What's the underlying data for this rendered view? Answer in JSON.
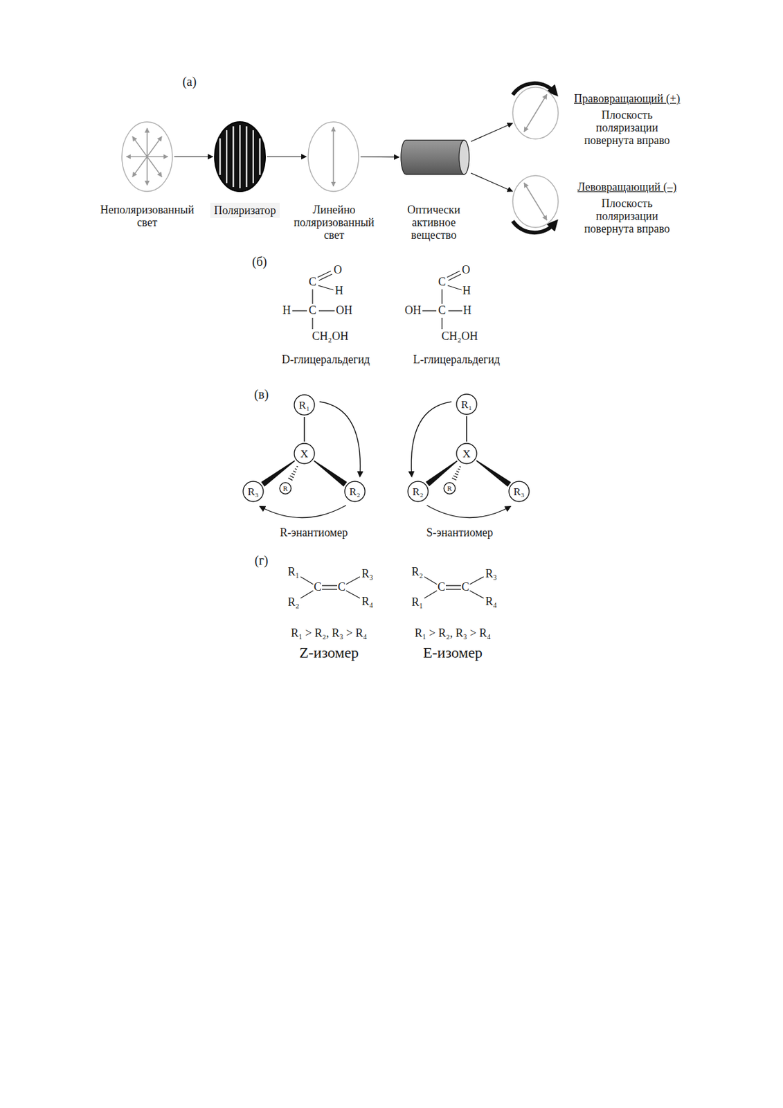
{
  "diagram": {
    "nodes": [
      {
        "text": [
          "Неполяризованный свет"
        ]
      },
      {
        "text": [
          "Поляризатор"
        ]
      },
      {
        "text": [
          "Линейно поляризованный свет"
        ]
      },
      {
        "text": [
          "Оптически активное вещество"
        ]
      },
      {
        "text": [
          "Правовращающий (+)",
          "Плоскость поляризации повернута вправо"
        ]
      },
      {
        "text": [
          "Левовращающий (–)",
          "Плоскость поляризации повернута вправо"
        ]
      },
      {
        "text": [
          "R₁"
        ]
      },
      {
        "text": [
          "X"
        ]
      },
      {
        "text": [
          "R₃"
        ]
      },
      {
        "text": [
          "R"
        ]
      },
      {
        "text": [
          "R₂"
        ]
      },
      {
        "text": [
          "R₁"
        ]
      },
      {
        "text": [
          "X"
        ]
      },
      {
        "text": [
          "R₂"
        ]
      },
      {
        "text": [
          "R"
        ]
      },
      {
        "text": [
          "R₃"
        ]
      }
    ],
    "edges": [
      {
        "from": 0,
        "to": 1,
        "arrow": "to"
      },
      {
        "from": 1,
        "to": 2,
        "arrow": "to"
      },
      {
        "from": 2,
        "to": 3,
        "arrow": "to"
      },
      {
        "from": 3,
        "to": 4,
        "arrow": "to"
      },
      {
        "from": 3,
        "to": 5,
        "arrow": "to"
      },
      {
        "from": 7,
        "to": 6,
        "arrow": "none"
      },
      {
        "from": 7,
        "to": 8,
        "arrow": "none"
      },
      {
        "from": 7,
        "to": 9,
        "arrow": "none"
      },
      {
        "from": 7,
        "to": 10,
        "arrow": "none"
      },
      {
        "from": 12,
        "to": 11,
        "arrow": "none"
      },
      {
        "from": 12,
        "to": 13,
        "arrow": "none"
      },
      {
        "from": 12,
        "to": 14,
        "arrow": "none"
      },
      {
        "from": 12,
        "to": 15,
        "arrow": "none"
      }
    ],
    "labels": [
      "(а)",
      "(б)",
      "C",
      "O",
      "H",
      "H",
      "C",
      "OH",
      "CH₂OH",
      "D-глицеральдегид",
      "C",
      "O",
      "H",
      "OH",
      "C",
      "H",
      "CH₂OH",
      "L-глицеральдегид",
      "(в)",
      "R-энантиомер",
      "S-энантиомер",
      "(г)",
      "R₁",
      "R₃",
      "C",
      "C",
      "R₂",
      "R₄",
      "R₁ > R₂, R₃ > R₄",
      "Z-изомер",
      "R₂",
      "R₃",
      "C",
      "C",
      "R₁",
      "R₄",
      "R₁ > R₂, R₃ > R₄",
      "E-изомер"
    ]
  }
}
